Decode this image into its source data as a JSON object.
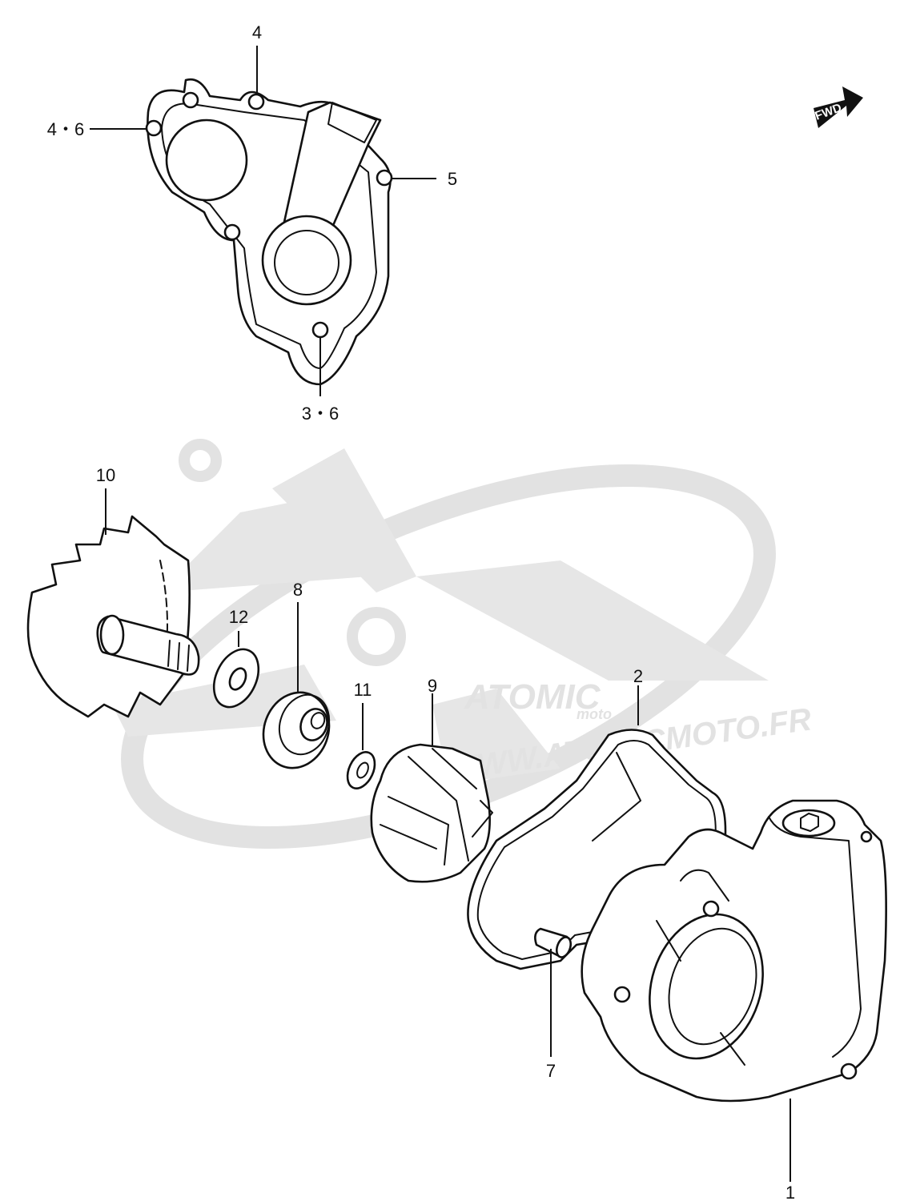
{
  "badge": {
    "label": "FWD"
  },
  "watermark": {
    "brand": "ATOMIC",
    "sub": "moto",
    "url": "WWW.ATOMICMOTO.FR"
  },
  "callouts": [
    {
      "id": "c4",
      "label": "4"
    },
    {
      "id": "c46",
      "label": "4・6"
    },
    {
      "id": "c5",
      "label": "5"
    },
    {
      "id": "c36",
      "label": "3・6"
    },
    {
      "id": "c10",
      "label": "10"
    },
    {
      "id": "c12",
      "label": "12"
    },
    {
      "id": "c8",
      "label": "8"
    },
    {
      "id": "c11",
      "label": "11"
    },
    {
      "id": "c9",
      "label": "9"
    },
    {
      "id": "c2",
      "label": "2"
    },
    {
      "id": "c7",
      "label": "7"
    },
    {
      "id": "c1",
      "label": "1"
    }
  ],
  "colors": {
    "line": "#111111",
    "watermark": "#e2e2e2",
    "background": "#ffffff"
  }
}
